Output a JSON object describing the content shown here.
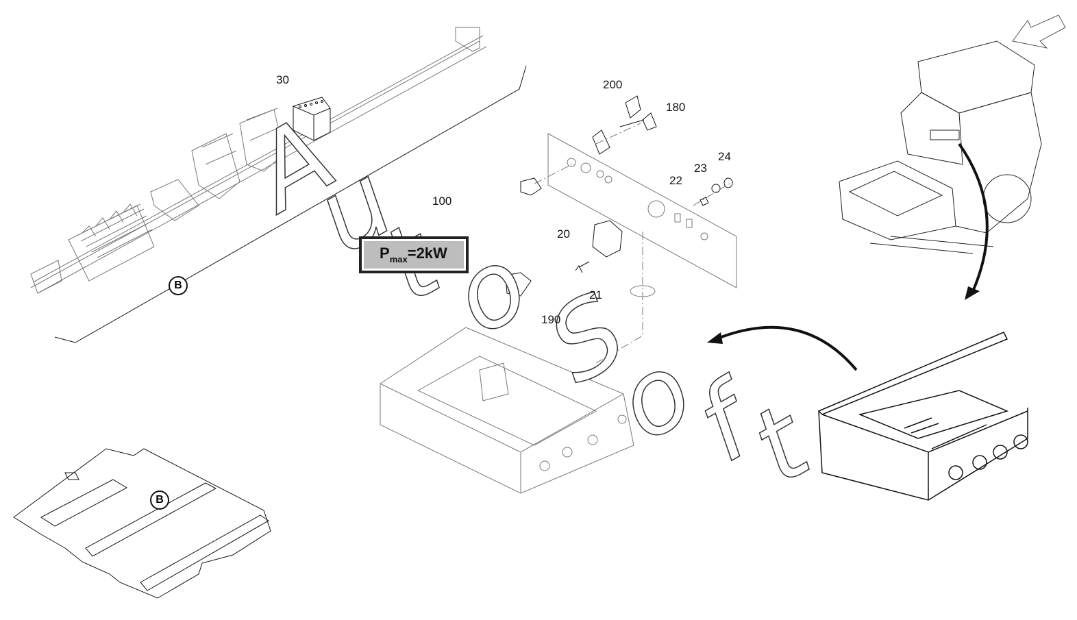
{
  "diagram": {
    "part_labels": [
      "30",
      "200",
      "180",
      "24",
      "23",
      "22",
      "100",
      "20",
      "21",
      "190"
    ],
    "reference_markers": [
      "B",
      "B"
    ],
    "power_plate": {
      "p": "P",
      "sub": "max",
      "rest": "=2kW"
    },
    "watermark": [
      "A",
      "u",
      "t",
      "o",
      "S",
      "o",
      "f",
      "t"
    ]
  }
}
